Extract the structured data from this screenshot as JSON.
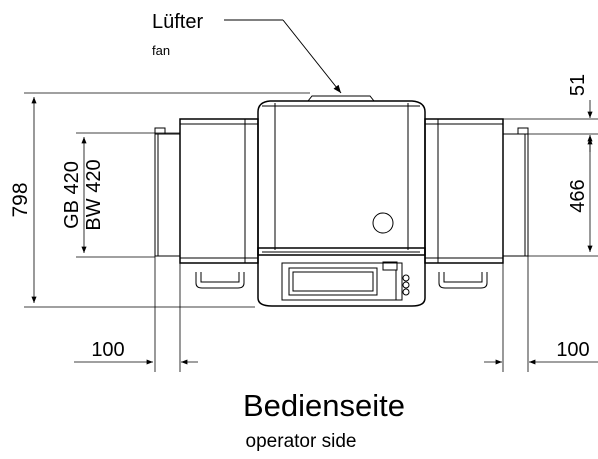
{
  "labels": {
    "fan_de": "Lüfter",
    "fan_en": "fan",
    "operator_de": "Bedienseite",
    "operator_en": "operator side"
  },
  "dimensions": {
    "total_depth": "798",
    "gb_model": "GB 420",
    "bw_model": "BW 420",
    "right_offset": "51",
    "right_depth": "466",
    "left_clearance": "100",
    "right_clearance": "100"
  }
}
